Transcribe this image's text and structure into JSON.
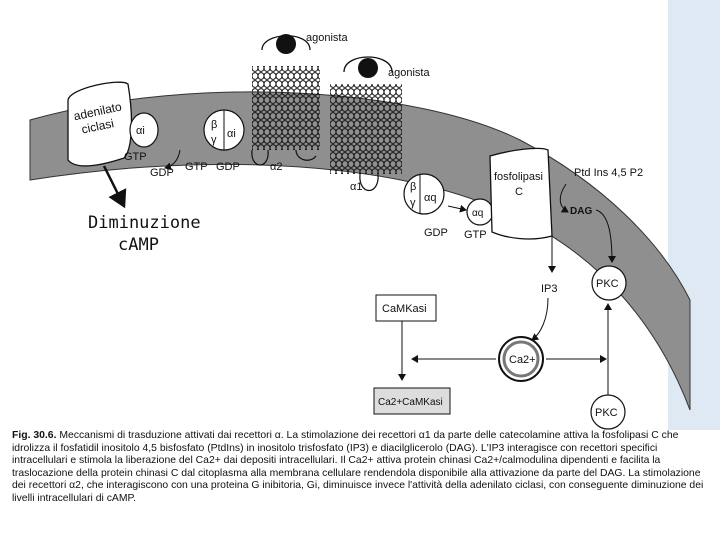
{
  "labels": {
    "agonista_1": "agonista",
    "agonista_2": "agonista",
    "adenilato_line1": "adenilato",
    "adenilato_line2": "ciclasi",
    "alpha_i_1": "αi",
    "beta": "β",
    "gamma": "γ",
    "alpha_i_2": "αi",
    "gtp_1": "GTP",
    "gdp_1": "GDP",
    "gtp_2": "GTP",
    "gdp_2": "GDP",
    "alpha2": "α2",
    "alpha1": "α1",
    "beta_q": "β",
    "gamma_q": "γ",
    "alpha_q_1": "αq",
    "alpha_q_2": "αq",
    "gdp_3": "GDP",
    "gtp_3": "GTP",
    "fosfolipasi_line1": "fosfolipasi",
    "fosfolipasi_line2": "C",
    "ptd_ins": "Ptd Ins 4,5 P2",
    "dag": "DAG",
    "ip3": "IP3",
    "pkc_1": "PKC",
    "pkc_2": "PKC",
    "camkasi": "CaMKasi",
    "ca2": "Ca2+",
    "ca_camkasi": "Ca2+CaMKasi",
    "diminuzione_line1": "Diminuzione",
    "diminuzione_line2": "cAMP"
  },
  "caption": {
    "fig": "Fig. 30.6.",
    "text": "Meccanismi di trasduzione attivati dai recettori α. La stimolazione dei recettori α1 da parte delle catecolamine attiva la fosfolipasi C che idrolizza il fosfatidil inositolo 4,5 bisfosfato (PtdIns) in inositolo trisfosfato (IP3) e diacilglicerolo (DAG). L'IP3 interagisce con recettori specifici intracellulari e stimola la liberazione del Ca2+ dai depositi intracellulari. Il Ca2+ attiva protein chinasi Ca2+/calmodulina dipendenti e facilita la traslocazione della protein chinasi C dal citoplasma alla membrana cellulare rendendola disponibile alla attivazione da parte del DAG. La stimolazione dei recettori α2, che interagiscono con una proteina G inibitoria, Gi, diminuisce invece l'attività della adenilato ciclasi, con conseguente diminuzione dei livelli intracellulari di cAMP."
  },
  "colors": {
    "membrane": "#8f8f8f",
    "page_tint": "#ecf3fa",
    "ink": "#111111"
  }
}
